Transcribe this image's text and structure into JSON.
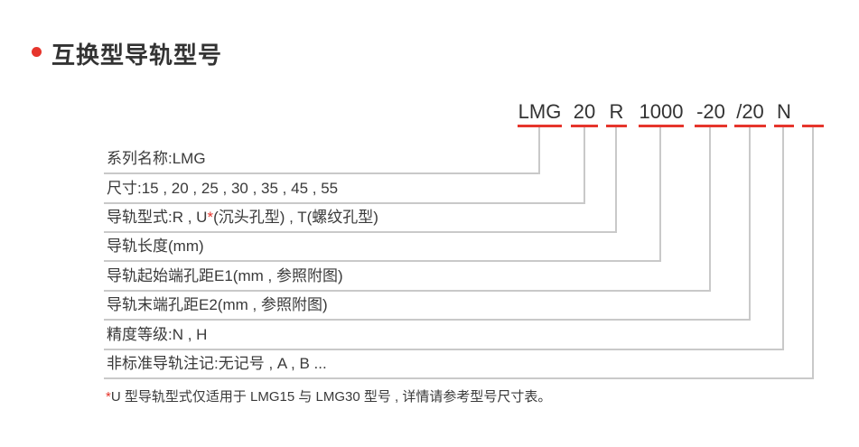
{
  "title": "互换型导轨型号",
  "accent_color": "#e6352c",
  "line_color": "#c9c9c9",
  "code": {
    "segments": [
      {
        "label": "LMG"
      },
      {
        "label": "20"
      },
      {
        "label": "R"
      },
      {
        "label": "1000"
      },
      {
        "label": "-20"
      },
      {
        "label": "/20"
      },
      {
        "label": "N"
      },
      {
        "label": ""
      }
    ]
  },
  "rows": [
    {
      "pre": "系列名称:LMG",
      "star": "",
      "post": ""
    },
    {
      "pre": "尺寸:15 , 20 , 25 , 30 , 35 , 45 , 55",
      "star": "",
      "post": ""
    },
    {
      "pre": "导轨型式:R , U",
      "star": "*",
      "post": "(沉头孔型) , T(螺纹孔型)"
    },
    {
      "pre": "导轨长度(mm)",
      "star": "",
      "post": ""
    },
    {
      "pre": "导轨起始端孔距E1(mm , 参照附图)",
      "star": "",
      "post": ""
    },
    {
      "pre": "导轨末端孔距E2(mm , 参照附图)",
      "star": "",
      "post": ""
    },
    {
      "pre": "精度等级:N , H",
      "star": "",
      "post": ""
    },
    {
      "pre": "非标准导轨注记:无记号 , A , B ...",
      "star": "",
      "post": ""
    }
  ],
  "footnote": {
    "star": "*",
    "text": "U 型导轨型式仅适用于 LMG15 与 LMG30 型号 , 详情请参考型号尺寸表。"
  }
}
